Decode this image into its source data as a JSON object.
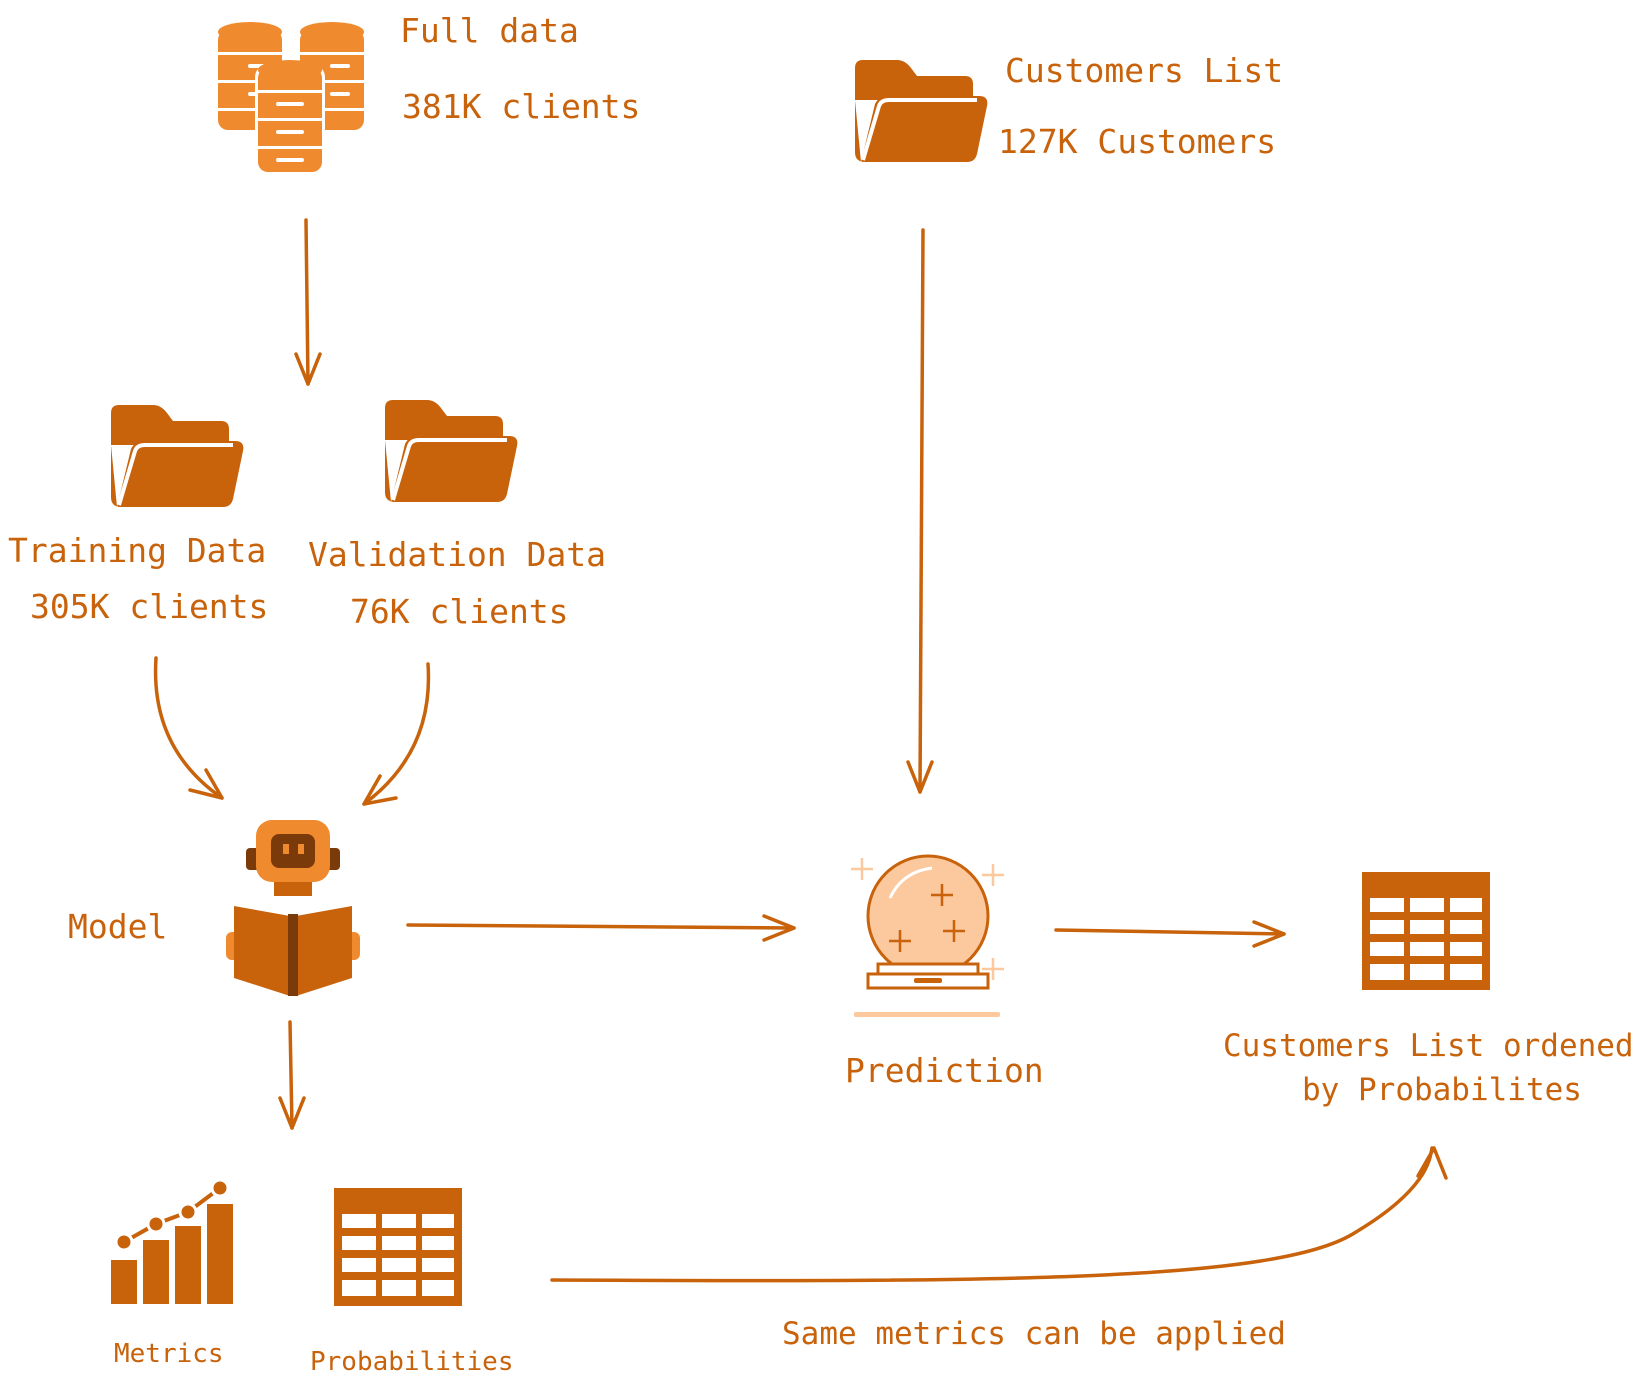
{
  "colors": {
    "primary": "#c8620b",
    "light": "#f08a2e",
    "pale": "#fcc89e",
    "dark": "#7a3a0a"
  },
  "nodes": {
    "full_data": {
      "title": "Full data",
      "subtitle": "381K clients",
      "icon": "database-icon"
    },
    "customers_list": {
      "title": "Customers List",
      "subtitle": "127K Customers",
      "icon": "folder-icon"
    },
    "training_data": {
      "title": "Training Data",
      "subtitle": "305K clients",
      "icon": "folder-icon"
    },
    "validation_data": {
      "title": "Validation Data",
      "subtitle": "76K clients",
      "icon": "folder-icon"
    },
    "model": {
      "label": "Model",
      "icon": "robot-reading-icon"
    },
    "prediction": {
      "label": "Prediction",
      "icon": "crystal-ball-icon"
    },
    "ordered_list": {
      "line1": "Customers List ordened",
      "line2": "by Probabilites",
      "icon": "table-icon"
    },
    "metrics": {
      "label": "Metrics",
      "icon": "bar-chart-icon"
    },
    "probabilities": {
      "label": "Probabilities",
      "icon": "table-icon"
    }
  },
  "edges": {
    "bottom_curve": {
      "label": "Same metrics can be applied"
    }
  }
}
